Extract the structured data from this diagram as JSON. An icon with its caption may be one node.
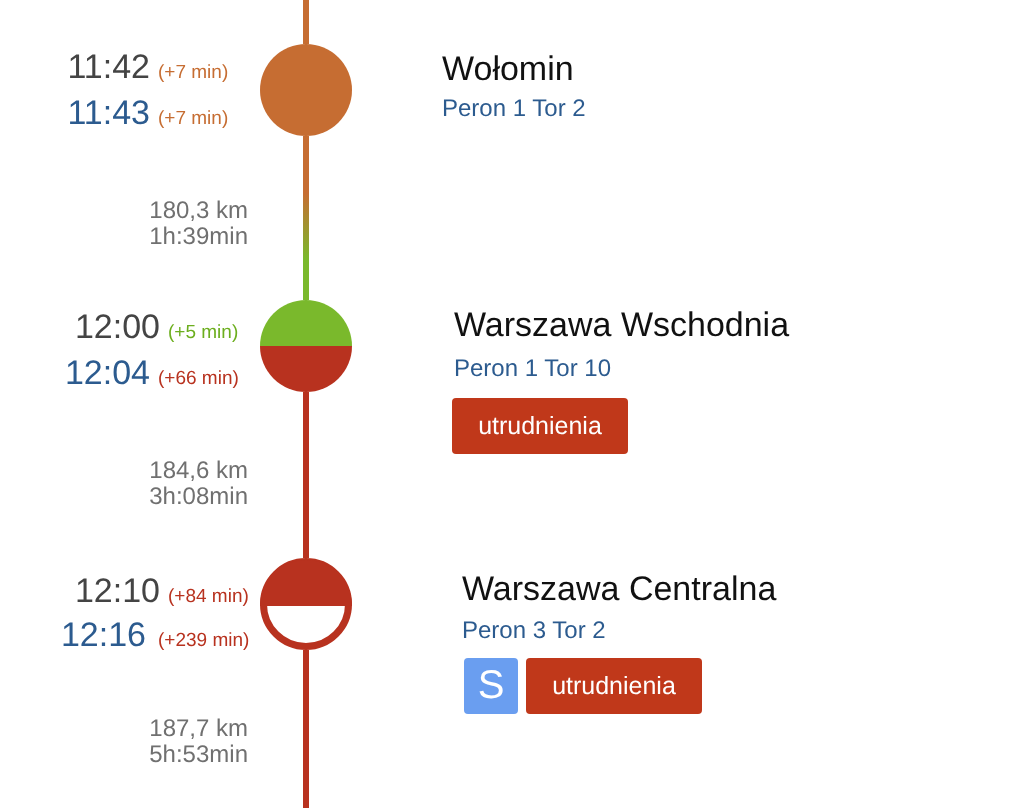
{
  "diagram": {
    "nodes": [
      {
        "text": [],
        "shape": "circle",
        "beside": [
          "11:42",
          "(+7 min)",
          "11:43",
          "(+7 min)",
          "Wołomin",
          "Peron 1 Tor 2"
        ]
      },
      {
        "text": [],
        "shape": "circle",
        "beside": [
          "12:00",
          "(+5 min)",
          "12:04",
          "(+66 min)",
          "Warszawa Wschodnia",
          "Peron 1 Tor 10"
        ]
      },
      {
        "text": [
          "utrudnienia"
        ]
      },
      {
        "text": [],
        "shape": "circle",
        "beside": [
          "12:10",
          "(+84 min)",
          "12:16",
          "(+239 min)",
          "Warszawa Centralna",
          "Peron 3 Tor 2"
        ]
      },
      {
        "text": [
          "S"
        ]
      },
      {
        "text": [
          "utrudnienia"
        ]
      }
    ],
    "edges": [
      {
        "from": null,
        "to": 0,
        "arrow": "none",
        "color": "#c66d32"
      },
      {
        "from": 0,
        "to": 1,
        "arrow": "none",
        "color": "#c66d32"
      },
      {
        "from": 1,
        "to": 3,
        "arrow": "none",
        "color": "#b8321f"
      },
      {
        "from": 3,
        "to": null,
        "arrow": "none",
        "color": "#b8321f"
      }
    ],
    "labels": [
      "180,3 km",
      "1h:39min",
      "184,6 km",
      "3h:08min",
      "187,7 km",
      "5h:53min"
    ]
  }
}
